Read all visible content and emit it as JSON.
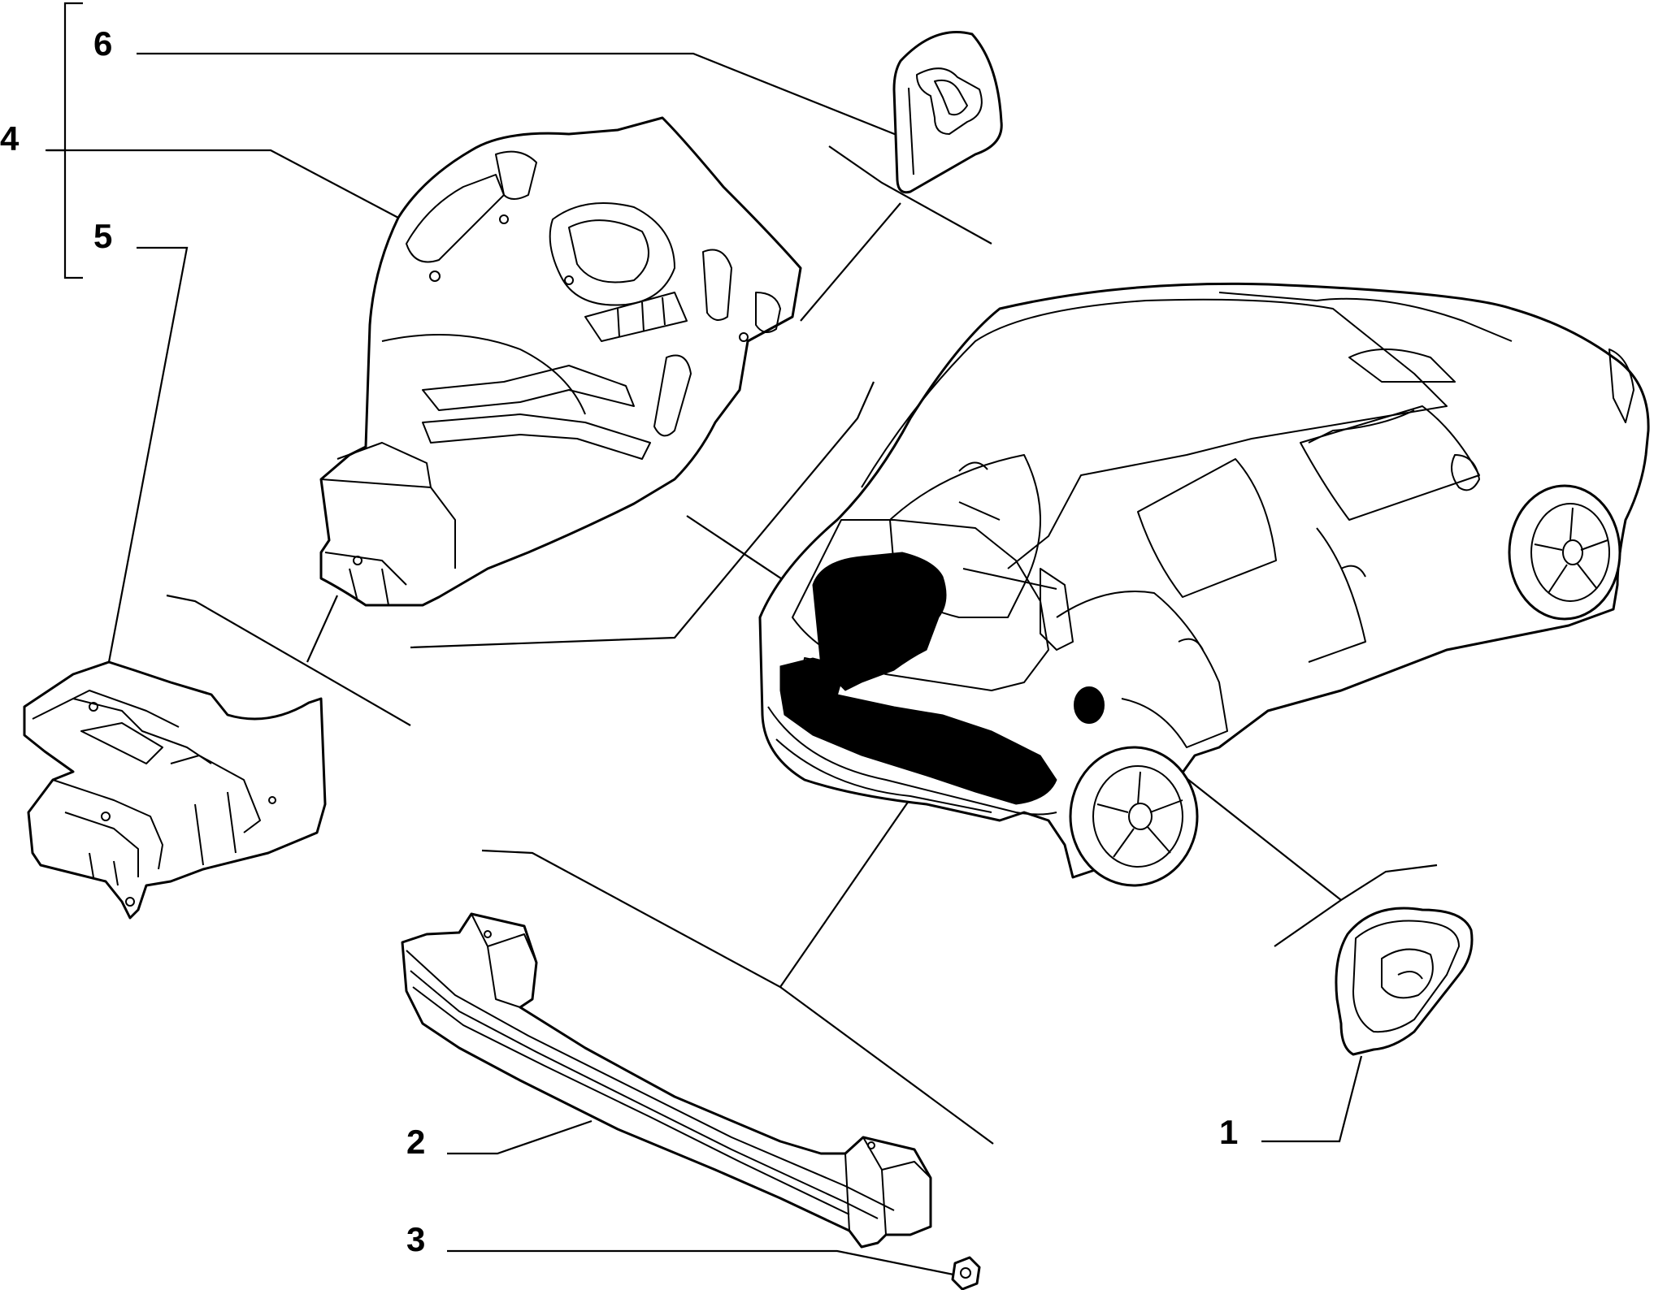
{
  "callouts": [
    {
      "id": "6",
      "label": "6",
      "part": "right-rear-wheelhouse-bracket"
    },
    {
      "id": "4",
      "label": "4",
      "part": "rear-wheelhouse-assembly"
    },
    {
      "id": "5",
      "label": "5",
      "part": "rear-side-member-bracket"
    },
    {
      "id": "2",
      "label": "2",
      "part": "rear-bumper-crossmember"
    },
    {
      "id": "3",
      "label": "3",
      "part": "nut"
    },
    {
      "id": "1",
      "label": "1",
      "part": "fuel-filler-housing"
    }
  ]
}
